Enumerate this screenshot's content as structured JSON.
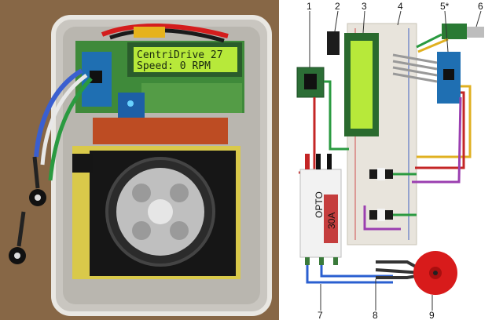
{
  "photo": {
    "lcd_line1": "CentriDrive 27",
    "lcd_line2": "Speed: 0   RPM"
  },
  "diagram": {
    "callouts": [
      "1",
      "2",
      "3",
      "4",
      "5*",
      "6",
      "7",
      "8",
      "9"
    ],
    "esc_label": "30A",
    "esc_brand": "OPTO"
  },
  "colors": {
    "background_wood": "#8a6a4a",
    "lcd_green": "#b7e93a",
    "pcb_green": "#2e7d3a",
    "arduino_blue": "#1f6fb2",
    "fan_black": "#151515",
    "motor_red": "#d81b1b",
    "breadboard": "#e8e4dc"
  },
  "icons": [
    "power-switch-icon",
    "potentiometer-icon",
    "motor-icon",
    "fan-rotor-icon"
  ]
}
